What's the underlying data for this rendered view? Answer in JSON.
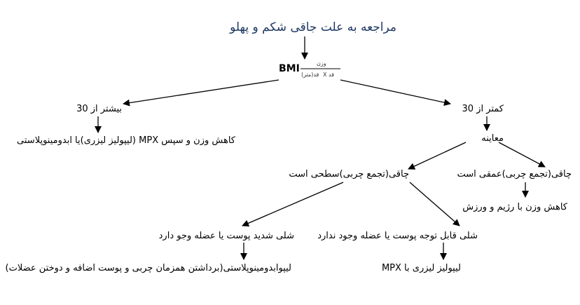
{
  "nodes": {
    "title": "مراجعه به علت جاقی شکم و پهلو",
    "bmi": {
      "label": "BMI",
      "numerator": "وزن",
      "denominator_left": "قد",
      "denominator_x": "X",
      "denominator_right": "قد(متر)"
    },
    "over30": "بیشتر از 30",
    "under30": "کمتر از 30",
    "over30_treatment": "کاهش وزن و سپس MPX (لیپولیز لیزری)یا ابدومینوپلاستی",
    "exam": "معاینه",
    "superficial": "چاقی(تجمع چربی)سطحی است",
    "deep": "چاقی(تجمع چربی)عمقی است",
    "deep_treatment": "کاهش وزن با رژیم و ورزش",
    "severe_laxity": "شلی شدید پوست یا عضله وجو دارد",
    "no_laxity": "شلی قابل توجه پوست یا عضله وجود ندارد",
    "severe_treatment": "لیپوابدومینوپلاستی(برداشتن همزمان چربی و پوست اضافه و دوختن عضلات)",
    "no_laxity_treatment": "لیپولیز لیزری با MPX"
  }
}
